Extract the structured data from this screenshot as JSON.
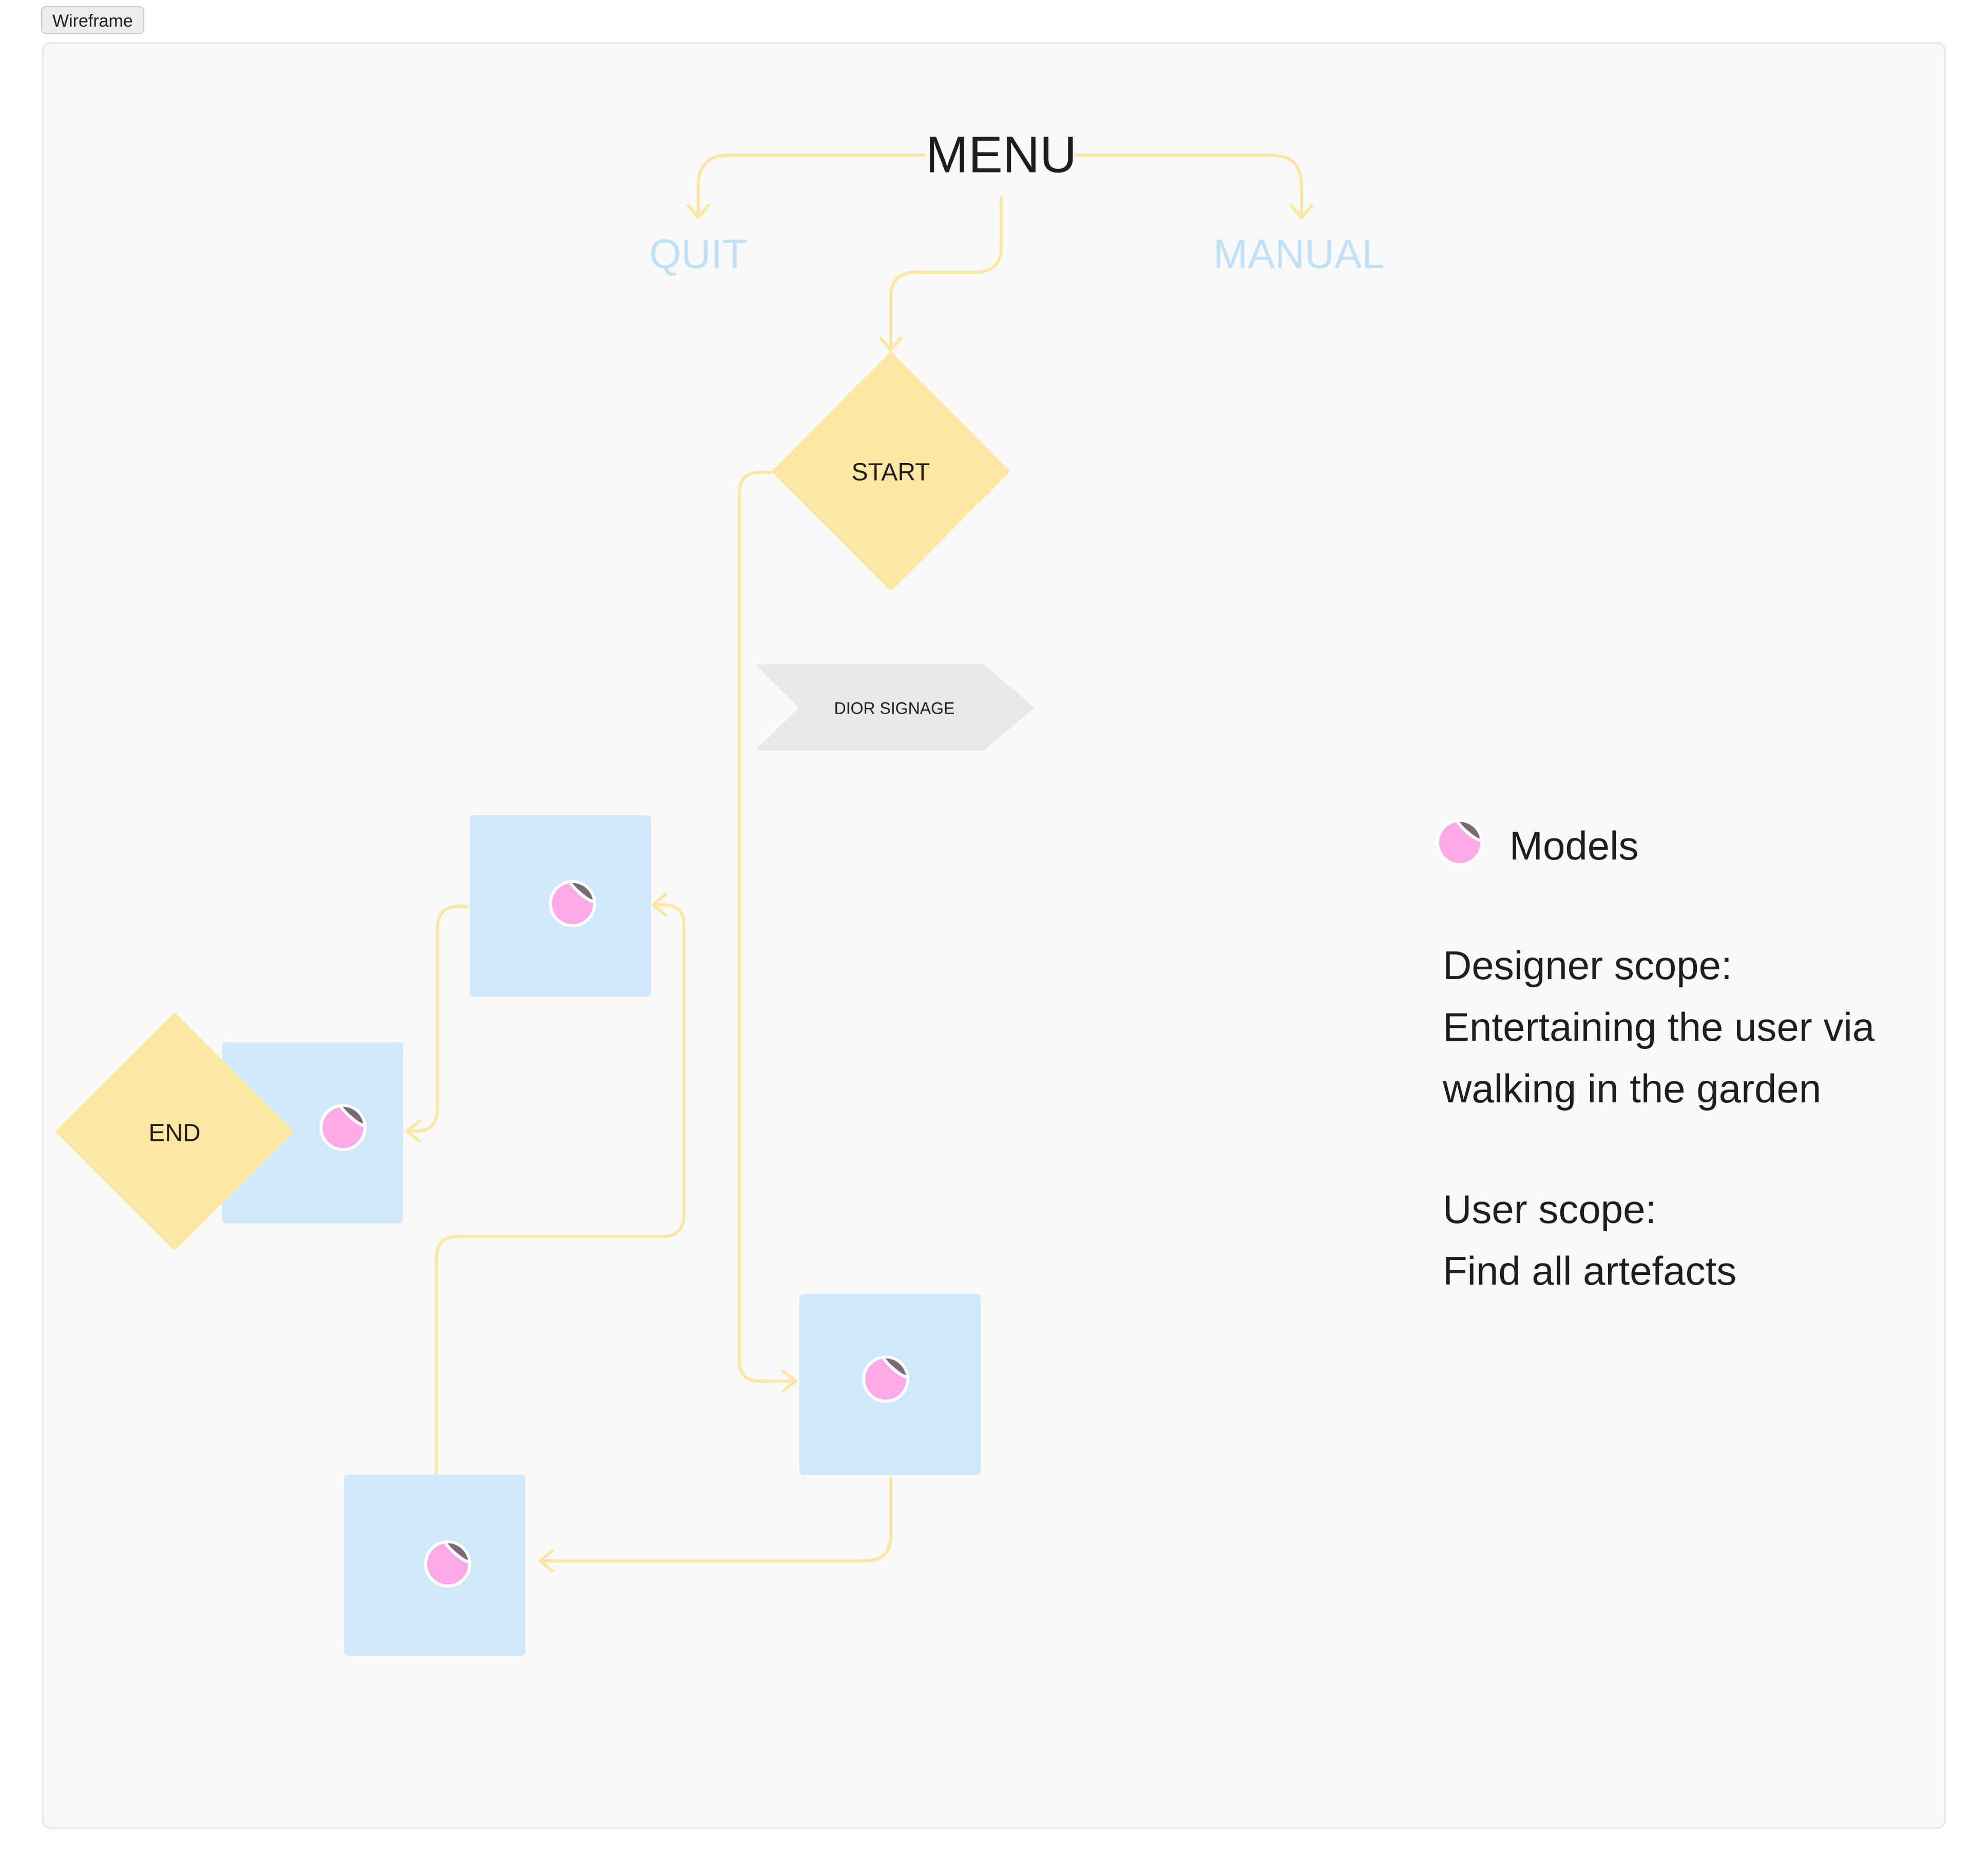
{
  "frame": {
    "label": "Wireframe"
  },
  "nodes": {
    "menu": "MENU",
    "quit": "QUIT",
    "manual": "MANUAL",
    "start": "START",
    "signage": "DIOR SIGNAGE",
    "end": "END"
  },
  "legend": {
    "label": "Models",
    "icon": "sticker-icon"
  },
  "notes": {
    "designer_title": "Designer scope:",
    "designer_line1": "Entertaining the user via",
    "designer_line2": "walking in the garden",
    "user_title": "User scope:",
    "user_line1": "Find all artefacts"
  },
  "colors": {
    "connector": "#fde7a0",
    "diamond": "#ffe8a3",
    "model_box": "#cfe8fc",
    "sticker": "#ffa9e8",
    "signage": "#e8e8e8",
    "faded_text": "#bfe0f6"
  }
}
